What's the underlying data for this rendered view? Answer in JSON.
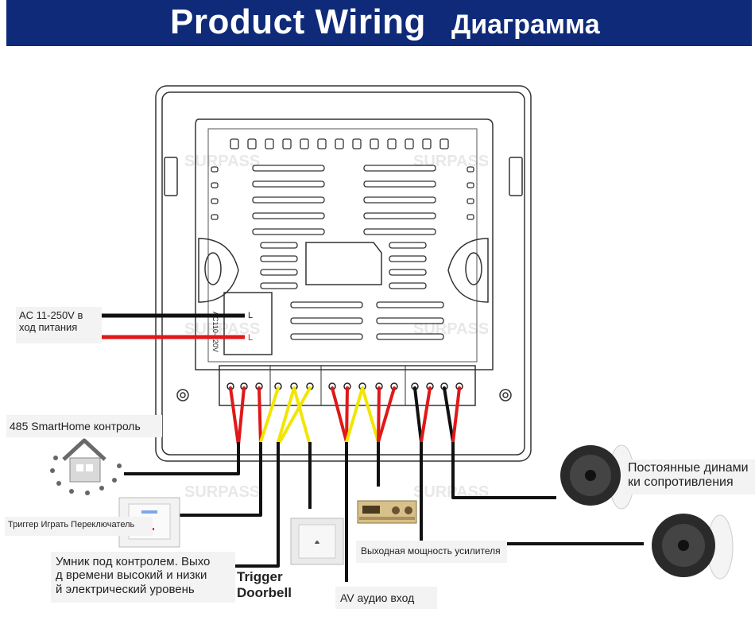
{
  "header": {
    "title_en": "Product Wiring",
    "title_ru": "Диаграмма",
    "background_color": "#0f2a78",
    "text_color": "#ffffff"
  },
  "labels": {
    "ac_power": [
      "AC 11-250V в",
      "ход питания"
    ],
    "smarthome_485": "485 SmartHome контроль",
    "trigger_switch": "Триггер Играть Переключатель",
    "smart_control": [
      "Умник под контролем. Выхо",
      "д времени высокий и низки",
      "й электрический уровень"
    ],
    "trigger_doorbell": "Trigger Doorbell",
    "av_input": "AV аудио вход",
    "amp_output": "Выходная мощность усилителя",
    "speakers": [
      "Постоянные динами",
      "ки сопротивления"
    ]
  },
  "device": {
    "terminal_marks": [
      "L",
      "L"
    ],
    "voltage_mark": "AC110-220V",
    "watermark": "SURPASS"
  },
  "wire_colors": {
    "black": "#111111",
    "red": "#e01818",
    "yellow": "#f2e600"
  },
  "icons": [
    "smart-home-icon",
    "switch-icon",
    "doorbell-icon",
    "amplifier-icon",
    "ceiling-speaker-icon"
  ]
}
